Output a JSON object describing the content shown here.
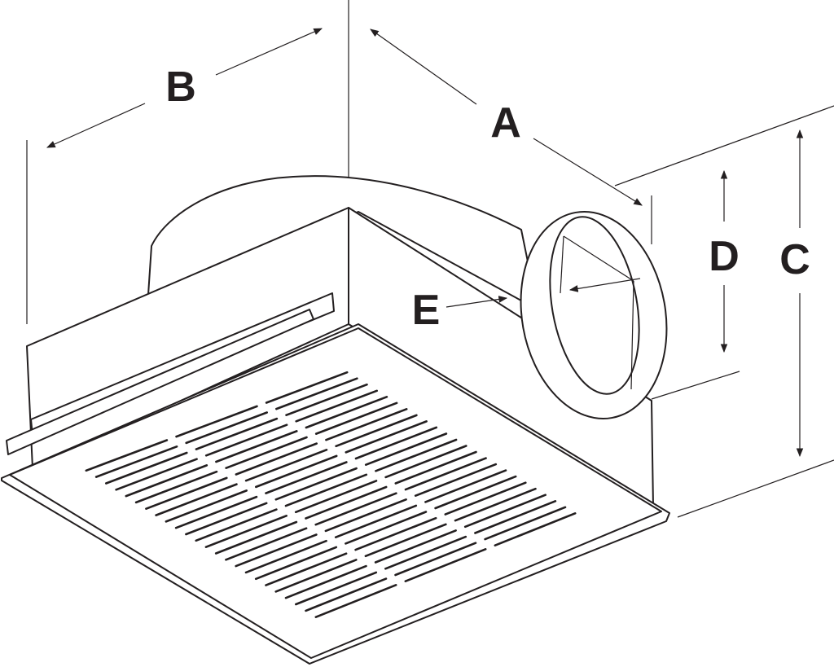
{
  "colors": {
    "line": "#231f20",
    "background": "#ffffff"
  },
  "labels": {
    "a": "A",
    "b": "B",
    "c": "C",
    "d": "D",
    "e": "E"
  }
}
